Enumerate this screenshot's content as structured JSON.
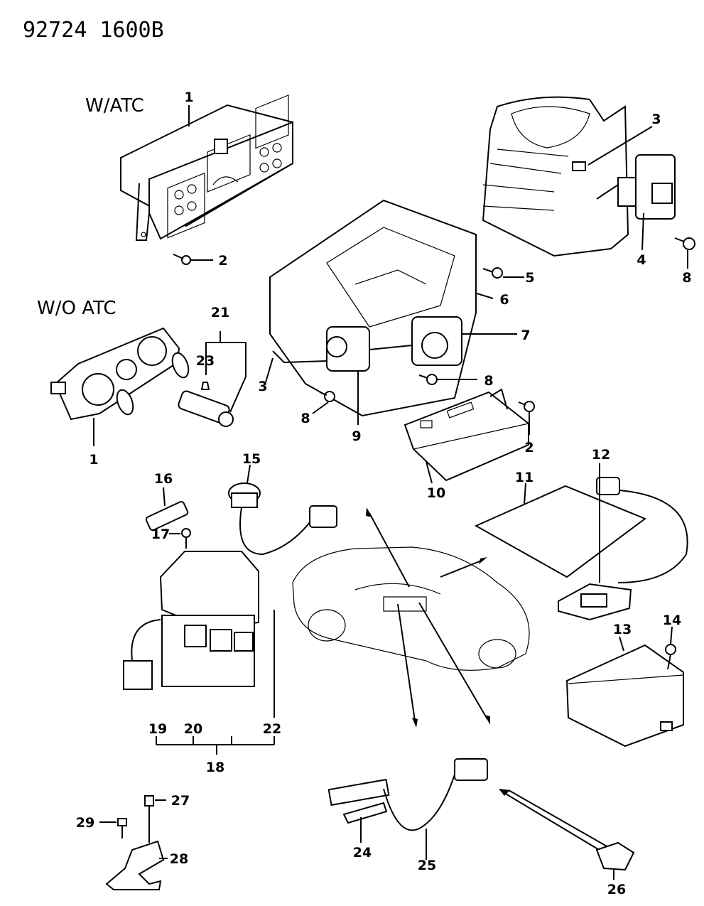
{
  "header": {
    "code": "92724  1600B"
  },
  "variants": {
    "with_atc": "W/ATC",
    "without_atc": "W/O ATC"
  },
  "callouts": [
    "1",
    "2",
    "3",
    "4",
    "5",
    "6",
    "7",
    "8",
    "8",
    "2",
    "3",
    "8",
    "9",
    "10",
    "11",
    "12",
    "13",
    "14",
    "15",
    "16",
    "17",
    "18",
    "19",
    "20",
    "21",
    "22",
    "23",
    "24",
    "25",
    "26",
    "27",
    "28",
    "29",
    "1"
  ]
}
